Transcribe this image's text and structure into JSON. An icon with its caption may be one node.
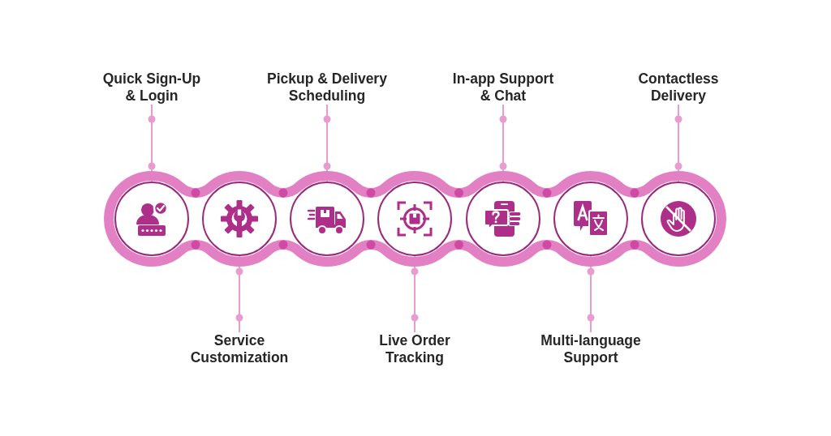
{
  "diagram": {
    "nodes": [
      {
        "text": [
          "Quick Sign-Up & Login"
        ]
      },
      {
        "text": [
          "Pickup & Delivery Scheduling"
        ]
      },
      {
        "text": [
          "In-app Support & Chat"
        ]
      },
      {
        "text": [
          "Contactless Delivery"
        ]
      },
      {
        "text": [],
        "shape": "circle"
      },
      {
        "text": [],
        "shape": "circle"
      },
      {
        "text": [],
        "shape": "circle"
      },
      {
        "text": [],
        "shape": "circle"
      },
      {
        "text": [],
        "shape": "circle"
      },
      {
        "text": [],
        "shape": "circle"
      },
      {
        "text": [],
        "shape": "circle"
      },
      {
        "text": [
          "Service Customization"
        ]
      },
      {
        "text": [
          "Live Order Tracking"
        ]
      },
      {
        "text": [
          "Multi-language Support"
        ]
      }
    ],
    "edges": [
      {
        "from": 0,
        "to": 4,
        "arrow": "other"
      },
      {
        "from": 11,
        "to": 5,
        "arrow": "other"
      },
      {
        "from": 1,
        "to": 6,
        "arrow": "other"
      },
      {
        "from": 12,
        "to": 7,
        "arrow": "other"
      },
      {
        "from": 2,
        "to": 8,
        "arrow": "other"
      },
      {
        "from": 13,
        "to": 9,
        "arrow": "other"
      },
      {
        "from": 3,
        "to": 10,
        "arrow": "other"
      }
    ]
  }
}
